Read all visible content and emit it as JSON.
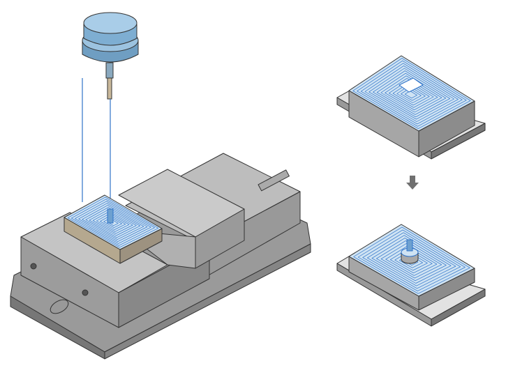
{
  "colors": {
    "background": "#ffffff",
    "metal_light": "#c8c8c8",
    "metal_mid": "#a9a9a9",
    "metal_dark": "#7d7d7d",
    "outline": "#3a3a3a",
    "toolpath": "#2f73c9",
    "stock_top": "#cfe3f3",
    "tool_head": "#8fb8d6",
    "arrow": "#707070"
  },
  "icons": {
    "process_arrow": "arrow-down-icon"
  },
  "contours": {
    "upper_passes": 14,
    "lower_passes": 12,
    "vise_passes": 12
  }
}
